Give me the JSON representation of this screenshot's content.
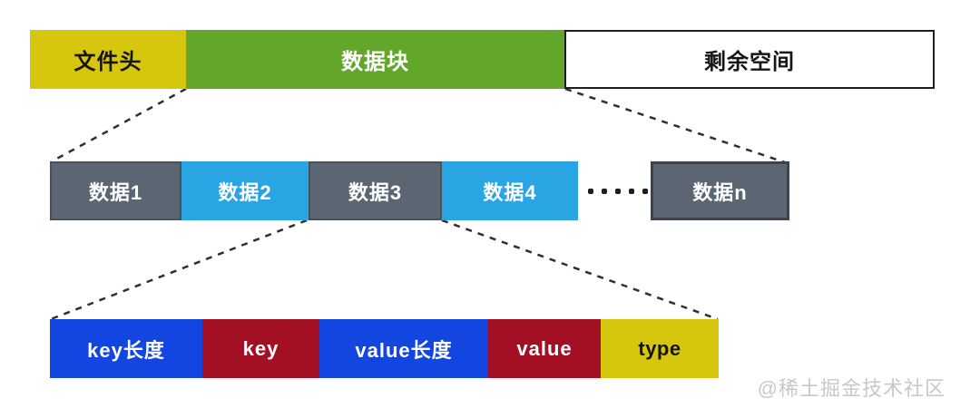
{
  "diagram": {
    "title": "file storage structure diagram",
    "file_row": {
      "description": "top-level file layout",
      "segments": [
        {
          "label": "文件头",
          "bg": "#d6c60e",
          "fg": "#151500"
        },
        {
          "label": "数据块",
          "bg": "#62a62a",
          "fg": "#ffffff"
        },
        {
          "label": "剩余空间",
          "bg": "#ffffff",
          "fg": "#151515"
        }
      ]
    },
    "blocks_row": {
      "description": "data block sequence expanded from 数据块",
      "ellipsis_dots": 5,
      "segments": [
        {
          "label": "数据1",
          "bg": "#5b6672",
          "fg": "#ffffff"
        },
        {
          "label": "数据2",
          "bg": "#29a5e3",
          "fg": "#ffffff"
        },
        {
          "label": "数据3",
          "bg": "#5b6672",
          "fg": "#ffffff"
        },
        {
          "label": "数据4",
          "bg": "#29a5e3",
          "fg": "#ffffff"
        },
        {
          "label": "数据n",
          "bg": "#5b6672",
          "fg": "#ffffff"
        }
      ]
    },
    "record_row": {
      "description": "single record layout expanded from 数据3",
      "segments": [
        {
          "label": "key长度",
          "bg": "#1345e0",
          "fg": "#ffffff"
        },
        {
          "label": "key",
          "bg": "#a31024",
          "fg": "#ffffff"
        },
        {
          "label": "value长度",
          "bg": "#1345e0",
          "fg": "#ffffff"
        },
        {
          "label": "value",
          "bg": "#a31024",
          "fg": "#ffffff"
        },
        {
          "label": "type",
          "bg": "#d6c60e",
          "fg": "#151500"
        }
      ]
    },
    "connector_color": "#2f2f2f"
  },
  "watermark": "@稀土掘金技术社区"
}
